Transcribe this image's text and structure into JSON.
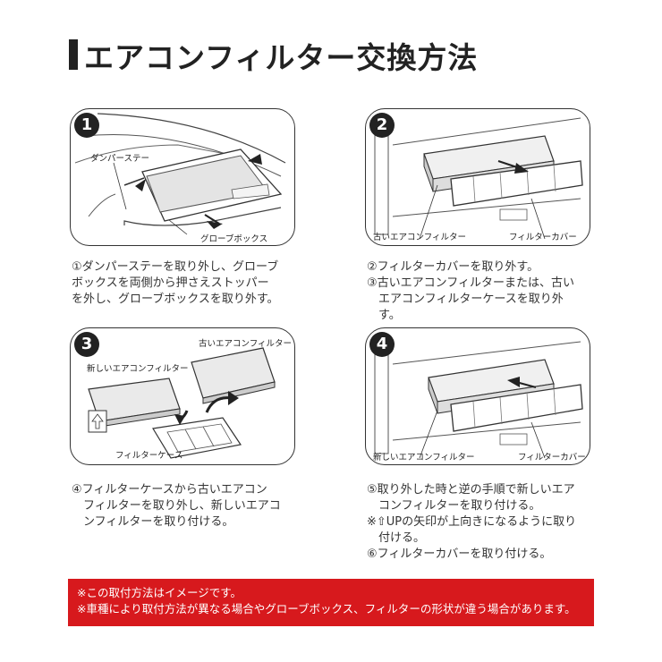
{
  "title": "エアコンフィルター交換方法",
  "steps": [
    {
      "num": "1",
      "labels": {
        "damper": "ダンパーステー",
        "glovebox": "グローブボックス"
      },
      "desc": [
        "①ダンパーステーを取り外し、グローブ",
        "ボックスを両側から押さえストッパー",
        "を外し、グローブボックスを取り外す。"
      ]
    },
    {
      "num": "2",
      "labels": {
        "old_filter": "古いエアコンフィルター",
        "cover": "フィルターカバー"
      },
      "desc": [
        "②フィルターカバーを取り外す。",
        "③古いエアコンフィルターまたは、古い",
        "　エアコンフィルターケースを取り外",
        "　す。"
      ]
    },
    {
      "num": "3",
      "labels": {
        "old_filter": "古いエアコンフィルター",
        "new_filter": "新しいエアコンフィルター",
        "case": "フィルターケース"
      },
      "desc": [
        "④フィルターケースから古いエアコン",
        "　フィルターを取り外し、新しいエアコ",
        "　ンフィルターを取り付ける。"
      ]
    },
    {
      "num": "4",
      "labels": {
        "new_filter": "新しいエアコンフィルター",
        "cover": "フィルターカバー"
      },
      "desc": [
        "⑤取り外した時と逆の手順で新しいエア",
        "　コンフィルターを取り付ける。",
        "※⇧UPの矢印が上向きになるように取り",
        "　付ける。",
        "⑥フィルターカバーを取り付ける。"
      ]
    }
  ],
  "notes": [
    "※この取付方法はイメージです。",
    "※車種により取付方法が異なる場合やグローブボックス、フィルターの形状が違う場合があります。"
  ],
  "colors": {
    "accent": "#d7191d",
    "ink": "#222222"
  }
}
